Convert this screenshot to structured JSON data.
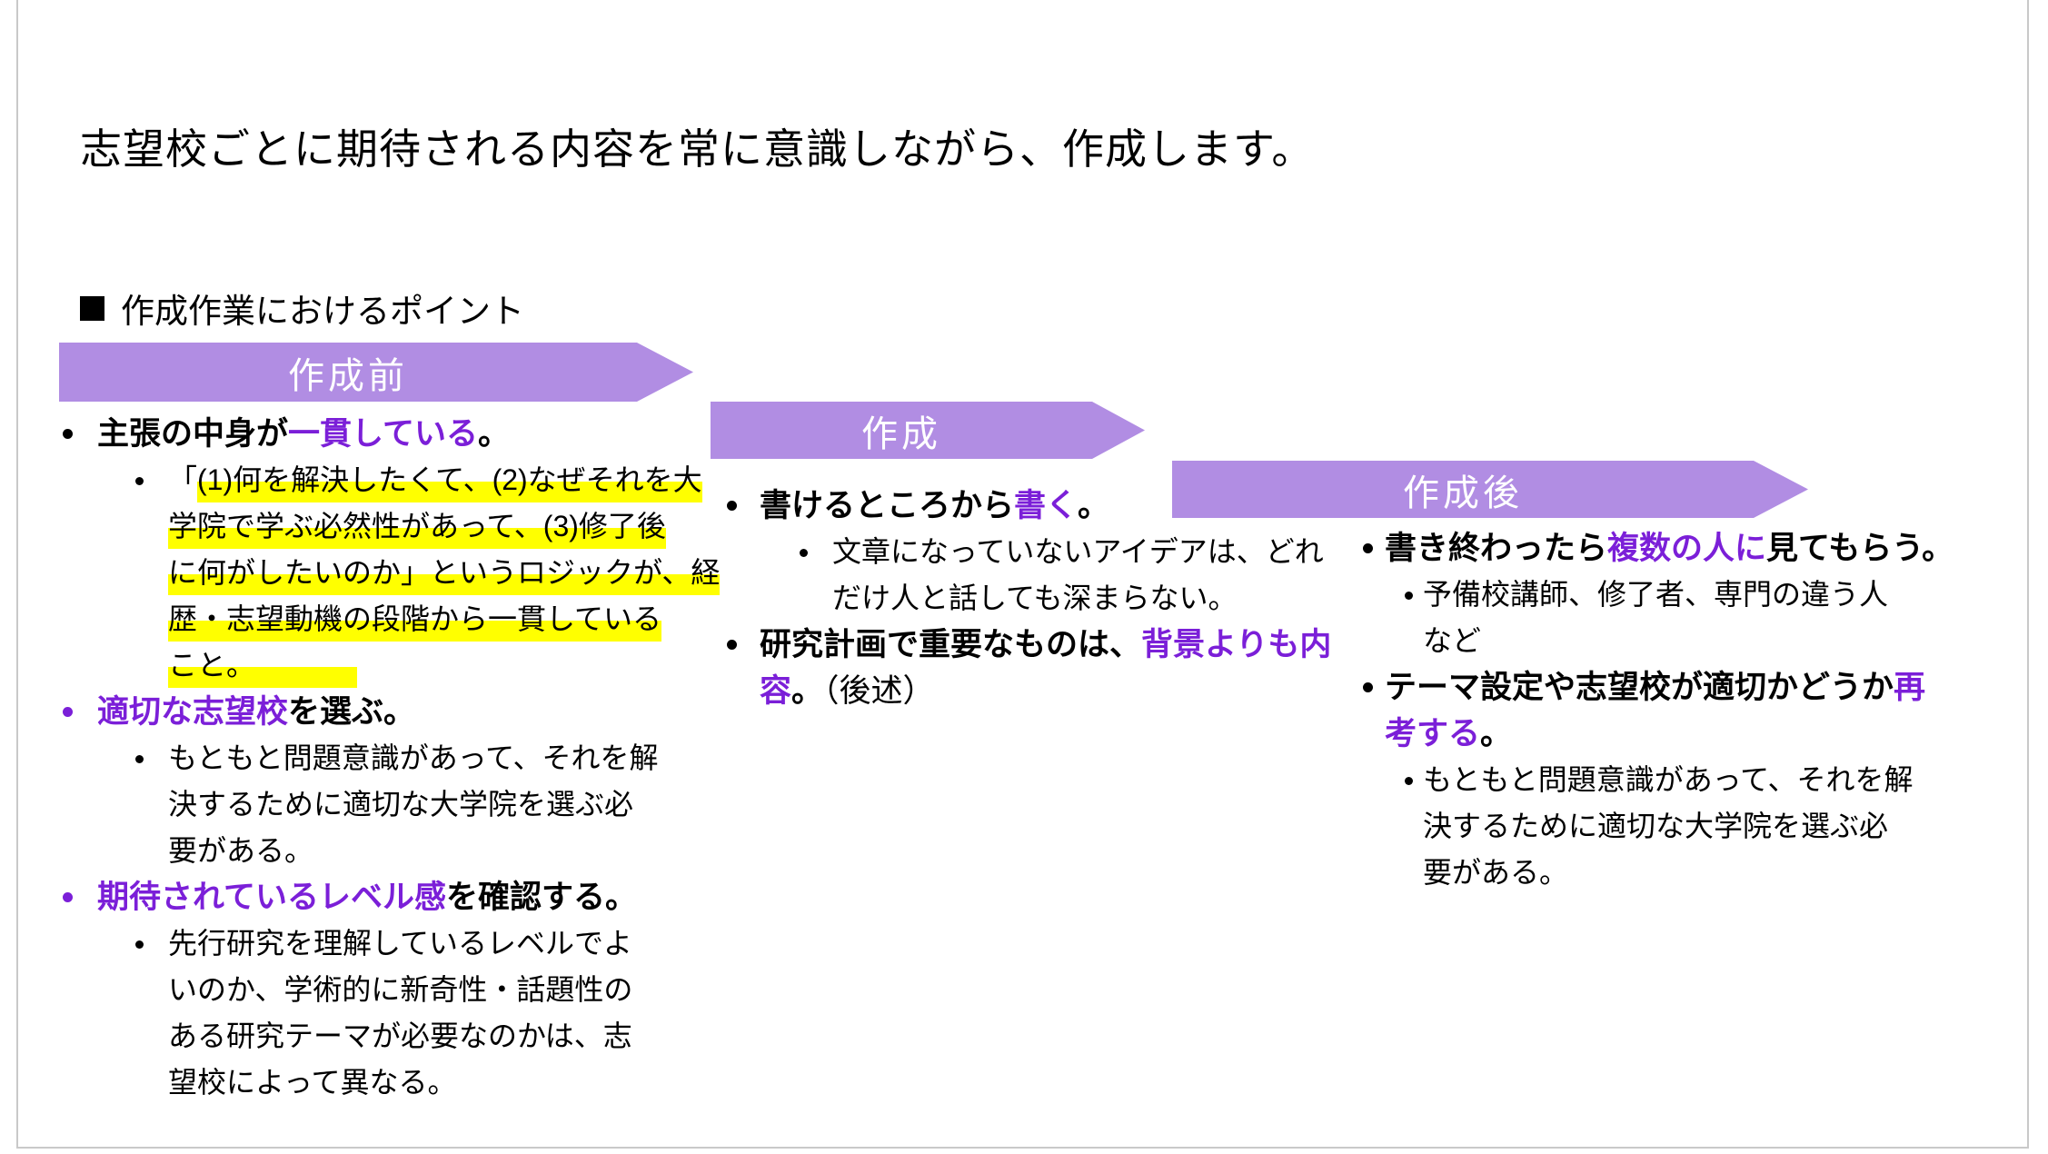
{
  "page": {
    "title": "志望校ごとに期待される内容を常に意識しながら、作成します。",
    "section_heading": "作成作業におけるポイント"
  },
  "colors": {
    "banner_purple": "#B18DE3",
    "accent_purple": "#7B1FD8",
    "highlight_yellow": "#FFFF00",
    "banner_text": "#FFFFFF",
    "body_text": "#000000",
    "page_border": "#C9C9C9"
  },
  "columns": [
    {
      "banner_label": "作成前",
      "items": [
        {
          "level": 1,
          "dot": "black",
          "segments": [
            {
              "s": "b",
              "t": "主張の中身が"
            },
            {
              "s": "p",
              "t": "一貫している"
            },
            {
              "s": "b",
              "t": "。"
            }
          ]
        },
        {
          "level": 2,
          "dot": "black",
          "segments": [
            {
              "s": "r",
              "t": "「"
            },
            {
              "s": "h",
              "t": "(1)何を解決したくて、(2)なぜそれを大\n学院で学ぶ必然性があって、(3)修了後\nに何がしたいのか」というロジックが、経\n歴・志望動機の段階から一貫している\nこと。　　　　"
            }
          ]
        },
        {
          "level": 1,
          "dot": "purple",
          "segments": [
            {
              "s": "p",
              "t": "適切な志望校"
            },
            {
              "s": "b",
              "t": "を選ぶ。"
            }
          ]
        },
        {
          "level": 2,
          "dot": "black",
          "segments": [
            {
              "s": "r",
              "t": "もともと問題意識があって、それを解\n決するために適切な大学院を選ぶ必\n要がある。"
            }
          ]
        },
        {
          "level": 1,
          "dot": "purple",
          "segments": [
            {
              "s": "p",
              "t": "期待されているレベル感"
            },
            {
              "s": "b",
              "t": "を確認する。"
            }
          ]
        },
        {
          "level": 2,
          "dot": "black",
          "segments": [
            {
              "s": "r",
              "t": "先行研究を理解しているレベルでよ\nいのか、学術的に新奇性・話題性の\nある研究テーマが必要なのかは、志\n望校によって異なる。"
            }
          ]
        }
      ]
    },
    {
      "banner_label": "作成",
      "items": [
        {
          "level": 1,
          "dot": "black",
          "segments": [
            {
              "s": "b",
              "t": "書けるところから"
            },
            {
              "s": "p",
              "t": "書く"
            },
            {
              "s": "b",
              "t": "。"
            }
          ]
        },
        {
          "level": 2,
          "dot": "black",
          "segments": [
            {
              "s": "r",
              "t": "文章になっていないアイデアは、どれ\nだけ人と話しても深まらない。"
            }
          ]
        },
        {
          "level": 1,
          "dot": "black",
          "segments": [
            {
              "s": "b",
              "t": "研究計画で重要なものは、"
            },
            {
              "s": "p",
              "t": "背景よりも内\n容"
            },
            {
              "s": "b",
              "t": "。"
            },
            {
              "s": "r",
              "t": "（後述）"
            }
          ]
        }
      ]
    },
    {
      "banner_label": "作成後",
      "items": [
        {
          "level": 1,
          "dot": "black",
          "segments": [
            {
              "s": "b",
              "t": "書き終わったら"
            },
            {
              "s": "p",
              "t": "複数の人に"
            },
            {
              "s": "b",
              "t": "見てもらう。"
            }
          ]
        },
        {
          "level": 2,
          "dot": "black",
          "segments": [
            {
              "s": "r",
              "t": "予備校講師、修了者、専門の違う人\nなど"
            }
          ]
        },
        {
          "level": 1,
          "dot": "black",
          "segments": [
            {
              "s": "b",
              "t": "テーマ設定や志望校が適切かどうか"
            },
            {
              "s": "p",
              "t": "再\n考する"
            },
            {
              "s": "b",
              "t": "。"
            }
          ]
        },
        {
          "level": 2,
          "dot": "black",
          "segments": [
            {
              "s": "r",
              "t": "もともと問題意識があって、それを解\n決するために適切な大学院を選ぶ必\n要がある。"
            }
          ]
        }
      ]
    }
  ]
}
